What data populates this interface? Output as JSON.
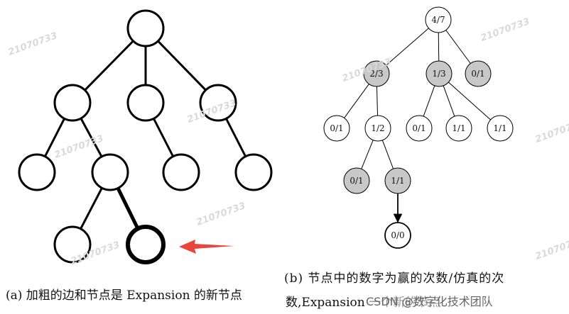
{
  "tree_a": {
    "nodes": [
      {
        "id": "root"
      },
      {
        "id": "l1"
      },
      {
        "id": "m1"
      },
      {
        "id": "r1"
      },
      {
        "id": "l1a"
      },
      {
        "id": "l1b"
      },
      {
        "id": "m1a"
      },
      {
        "id": "r1a"
      },
      {
        "id": "l2a"
      },
      {
        "id": "l2b",
        "new": true
      }
    ],
    "edges": [
      [
        "root",
        "l1"
      ],
      [
        "root",
        "m1"
      ],
      [
        "root",
        "r1"
      ],
      [
        "l1",
        "l1a"
      ],
      [
        "l1",
        "l1b"
      ],
      [
        "m1",
        "m1a"
      ],
      [
        "r1",
        "r1a"
      ],
      [
        "l1b",
        "l2a"
      ],
      [
        "l1b",
        "l2b",
        "bold"
      ]
    ],
    "caption": "(a) 加粗的边和节点是 Expansion 的新节点"
  },
  "tree_b": {
    "nodes": [
      {
        "id": "root",
        "label": "4/7",
        "fill": "#ffffff"
      },
      {
        "id": "a",
        "label": "2/3",
        "fill": "#c8c8c8"
      },
      {
        "id": "b",
        "label": "1/3",
        "fill": "#c8c8c8"
      },
      {
        "id": "c",
        "label": "0/1",
        "fill": "#c8c8c8"
      },
      {
        "id": "a1",
        "label": "0/1",
        "fill": "#ffffff"
      },
      {
        "id": "a2",
        "label": "1/2",
        "fill": "#ffffff"
      },
      {
        "id": "b1",
        "label": "0/1",
        "fill": "#ffffff"
      },
      {
        "id": "b2",
        "label": "1/1",
        "fill": "#ffffff"
      },
      {
        "id": "b3",
        "label": "1/1",
        "fill": "#ffffff"
      },
      {
        "id": "a2a",
        "label": "0/1",
        "fill": "#c8c8c8"
      },
      {
        "id": "a2b",
        "label": "1/1",
        "fill": "#c8c8c8"
      },
      {
        "id": "new",
        "label": "0/0",
        "fill": "#ffffff",
        "new": true
      }
    ],
    "edges": [
      [
        "root",
        "a"
      ],
      [
        "root",
        "b"
      ],
      [
        "root",
        "c"
      ],
      [
        "a",
        "a1"
      ],
      [
        "a",
        "a2"
      ],
      [
        "b",
        "b1"
      ],
      [
        "b",
        "b2"
      ],
      [
        "b",
        "b3"
      ],
      [
        "a2",
        "a2a"
      ],
      [
        "a2",
        "a2b"
      ],
      [
        "a2b",
        "new",
        "arrow"
      ]
    ],
    "caption_line1": "(b) 节点中的数字为赢的次数/仿真的次",
    "caption_line2": "数,Expansion 一个新的节点"
  },
  "pointer_color": "#e8463a",
  "credit": "CSDN @数字化技术团队",
  "watermark": "21070733"
}
